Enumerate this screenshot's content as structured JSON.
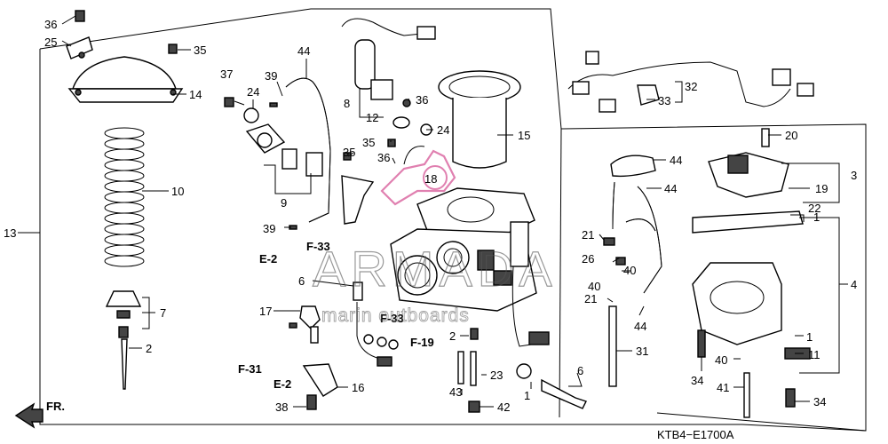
{
  "diagram": {
    "code": "KTB4−E1700A",
    "front_marker": "FR.",
    "watermark": {
      "title": "ARMADA",
      "subtitle": "marin outboards"
    },
    "highlight_color": "#e080b0",
    "labels": {
      "p36a": "36",
      "p25": "25",
      "p35a": "35",
      "p14": "14",
      "p10": "10",
      "p13": "13",
      "p7": "7",
      "p2a": "2",
      "p37": "37",
      "p39a": "39",
      "p44a": "44",
      "p24a": "24",
      "p9": "9",
      "p35b": "35",
      "p39b": "39",
      "p8": "8",
      "p36b": "36",
      "p12": "12",
      "p35c": "35",
      "p36c": "36",
      "p24b": "24",
      "p15": "15",
      "p18": "18",
      "p32": "32",
      "p33": "33",
      "p20": "20",
      "p3": "3",
      "p44b": "44",
      "p44c": "44",
      "p19": "19",
      "p1a": "1",
      "p22": "22",
      "p21a": "21",
      "p26": "26",
      "p40a": "40",
      "p40b": "40",
      "p21b": "21",
      "p4": "4",
      "p44d": "44",
      "p31": "31",
      "p6a": "6",
      "p17": "17",
      "p16": "16",
      "p38": "38",
      "p2b": "2",
      "p23": "23",
      "p43": "43",
      "p42": "42",
      "p1b": "1",
      "p6b": "6",
      "p1c": "1",
      "p11": "11",
      "p40c": "40",
      "p34a": "34",
      "p41": "41",
      "p34b": "34"
    },
    "refs": {
      "e2a": "E-2",
      "f33a": "F-33",
      "f33b": "F-33",
      "f19": "F-19",
      "f31": "F-31",
      "e2b": "E-2"
    }
  }
}
